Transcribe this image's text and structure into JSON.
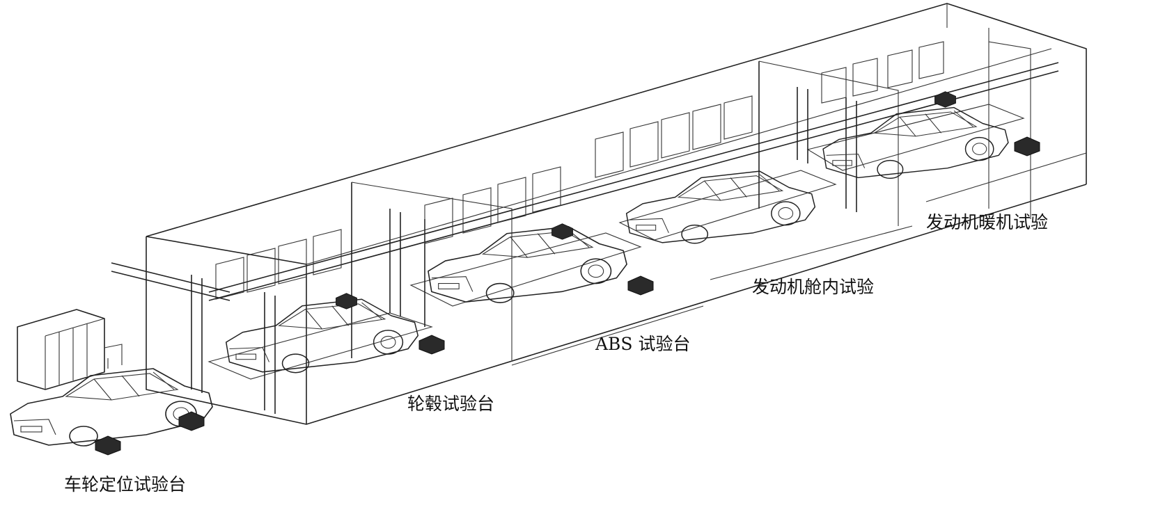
{
  "labels": {
    "wheel_alignment": "车轮定位试验台",
    "hub_test": "轮毂试验台",
    "abs_test": "ABS 试验台",
    "engine_bay_test": "发动机舱内试验",
    "engine_warmup_test": "发动机暖机试验"
  }
}
